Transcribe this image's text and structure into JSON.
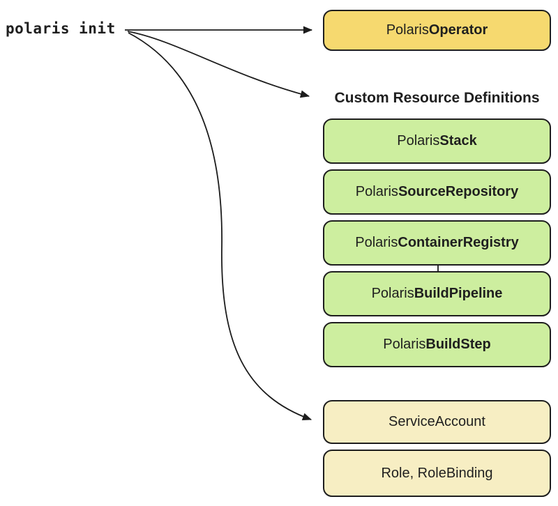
{
  "colors": {
    "background": "#ffffff",
    "gold": "#f6d96f",
    "green": "#cdee9f",
    "cream": "#f7eec3",
    "border": "#1e1e1e",
    "text": "#1f1f1f",
    "arrow": "#1c1c1c"
  },
  "source": {
    "label": "polaris init"
  },
  "operator_box": {
    "prefix": "Polaris ",
    "bold": "Operator"
  },
  "crd": {
    "heading": "Custom Resource Definitions",
    "boxes": [
      {
        "prefix": "Polaris",
        "bold": "Stack"
      },
      {
        "prefix": "Polaris",
        "bold": "SourceRepository"
      },
      {
        "prefix": "Polaris",
        "bold": "ContainerRegistry"
      },
      {
        "prefix": "Polaris",
        "bold": "BuildPipeline"
      },
      {
        "prefix": "Polaris",
        "bold": "BuildStep"
      }
    ]
  },
  "rbac_boxes": [
    {
      "label": "ServiceAccount"
    },
    {
      "label": "Role, RoleBinding"
    }
  ]
}
